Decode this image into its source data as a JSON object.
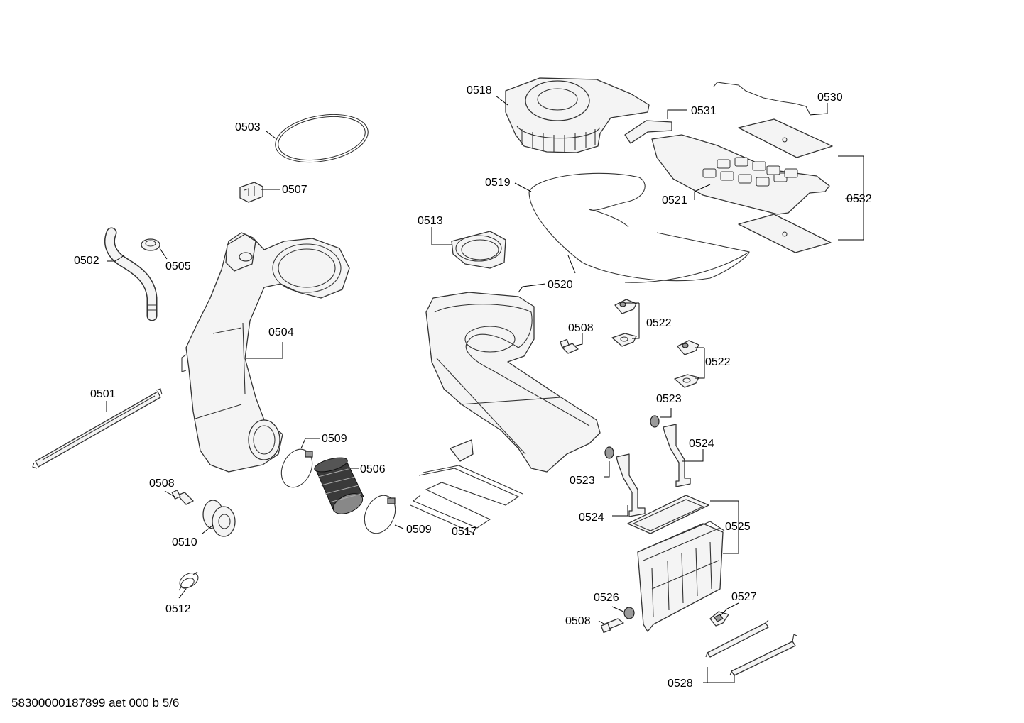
{
  "document_id": "58300000187899 aet 000 b 5/6",
  "part_numbers": {
    "p0501": "0501",
    "p0502": "0502",
    "p0503": "0503",
    "p0504": "0504",
    "p0505": "0505",
    "p0506": "0506",
    "p0507": "0507",
    "p0508": "0508",
    "p0509": "0509",
    "p0510": "0510",
    "p0512": "0512",
    "p0513": "0513",
    "p0517": "0517",
    "p0518": "0518",
    "p0519": "0519",
    "p0520": "0520",
    "p0521": "0521",
    "p0522": "0522",
    "p0523": "0523",
    "p0524": "0524",
    "p0525": "0525",
    "p0526": "0526",
    "p0527": "0527",
    "p0528": "0528",
    "p0530": "0530",
    "p0531": "0531",
    "p0532": "0532"
  }
}
